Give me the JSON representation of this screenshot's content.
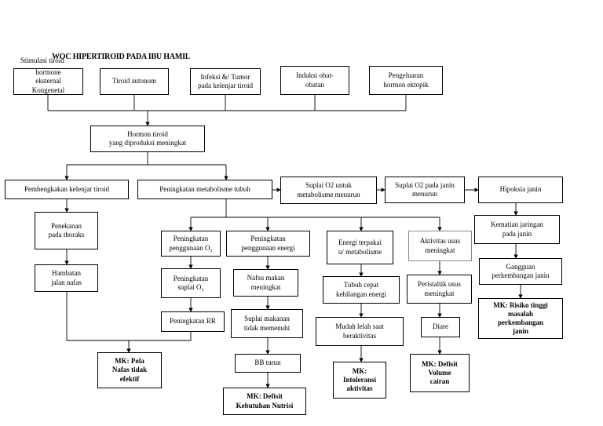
{
  "title": "WOC HIPERTIROID PADA IBU HAMIL",
  "overlap_text": "Stimulasi tiroid",
  "boxes": {
    "b1": "hormone\neksternal\nKongenetal",
    "b2": "Tiroid autonom",
    "b3": "Infeksi &/ Tumor\npada kelenjar tiroid",
    "b4": "Induksi obat-\nobatan",
    "b5": "Pengeluaran\nhormon ektopik",
    "b6": "Hormon tiroid\nyang diproduksi meningkat",
    "b7": "Pembengkakan kelenjar tiroid",
    "b8": "Peningkatan metabolisme tubuh",
    "b9": "Suplai O2 untuk\nmetabolisme menurun",
    "b10": "Suplai O2 pada janin\nmenurun",
    "b11": "Hipoksia janin",
    "b12": "Penekanan\npada thoraks",
    "b13": "Hambatan\njalan nafas",
    "b14": "Peningkatan\npenggunaan O₂",
    "b15": "Peningkatan\npenggunaan energi",
    "b16": "Energi terpakai\nu/ metabolisme",
    "b17": "Aktivitas usus\nmeningkat",
    "b18": "Kematian jaringan\npada janin",
    "b19": "Peningkatan\nsuplai O₂",
    "b20": "Nafsu makan\nmeningkat",
    "b21": "Tubuh cepat\nkehilangan energi",
    "b22": "Peristaltik usus\nmeningkat",
    "b23": "Gangguan\nperkembangan janin",
    "b24": "Peningkatan RR",
    "b25": "Suplai makanan\ntidak memenuhi",
    "b26": "Mudah lelah saat\nberaktivitas",
    "b27": "Diare",
    "b28": "MK: Risiko tinggi\nmasalah\nperkembangan\njanin",
    "b29": "MK: Pola\nNafas tidak\nefektif",
    "b30": "BB turun",
    "b31": "MK:\nIntoleransi\naktivitas",
    "b32": "MK: Defisit\nVolume\ncairan",
    "b33": "MK: Defisit\nKebutuhan Nutrisi"
  }
}
